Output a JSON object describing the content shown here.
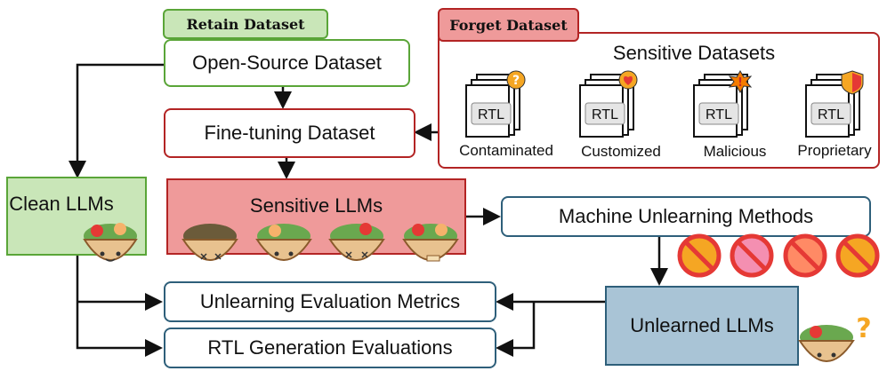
{
  "retain": {
    "tag": "Retain Dataset",
    "box": "Open-Source Dataset"
  },
  "forget": {
    "tag": "Forget Dataset",
    "title": "Sensitive Datasets",
    "items": [
      {
        "label": "Contaminated",
        "doc": "RTL",
        "badge": "?"
      },
      {
        "label": "Customized",
        "doc": "RTL",
        "badge": "heart"
      },
      {
        "label": "Malicious",
        "doc": "RTL",
        "badge": "!"
      },
      {
        "label": "Proprietary",
        "doc": "RTL",
        "badge": "shield"
      }
    ]
  },
  "finetune": "Fine-tuning  Dataset",
  "clean": "Clean LLMs",
  "sensitive": "Sensitive LLMs",
  "mu": "Machine Unlearning Methods",
  "metrics": "Unlearning Evaluation Metrics",
  "rtl_eval": "RTL Generation Evaluations",
  "unlearned": "Unlearned LLMs",
  "unlearned_badge": "?",
  "colors": {
    "green_border": "#5aa538",
    "green_fill": "#c9e6b8",
    "red_border": "#b32424",
    "red_fill": "#ef9a9a",
    "blue_border": "#2e5f7a",
    "blue_fill": "#a9c4d6"
  }
}
